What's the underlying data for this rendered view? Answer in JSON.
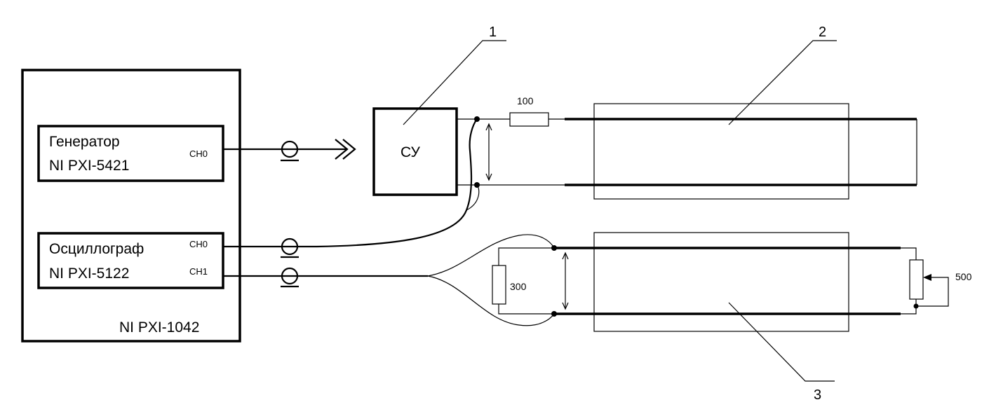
{
  "chassis": {
    "label": "NI PXI-1042"
  },
  "generator": {
    "line1": "Генератор",
    "line2": "NI PXI-5421",
    "channel": "CH0"
  },
  "oscilloscope": {
    "line1": "Осциллограф",
    "line2": "NI PXI-5122",
    "channel0": "CH0",
    "channel1": "CH1"
  },
  "matching_device": {
    "label": "СУ"
  },
  "resistors": {
    "series": "100",
    "parallel": "300",
    "variable": "500"
  },
  "callouts": [
    "1",
    "2",
    "3"
  ]
}
